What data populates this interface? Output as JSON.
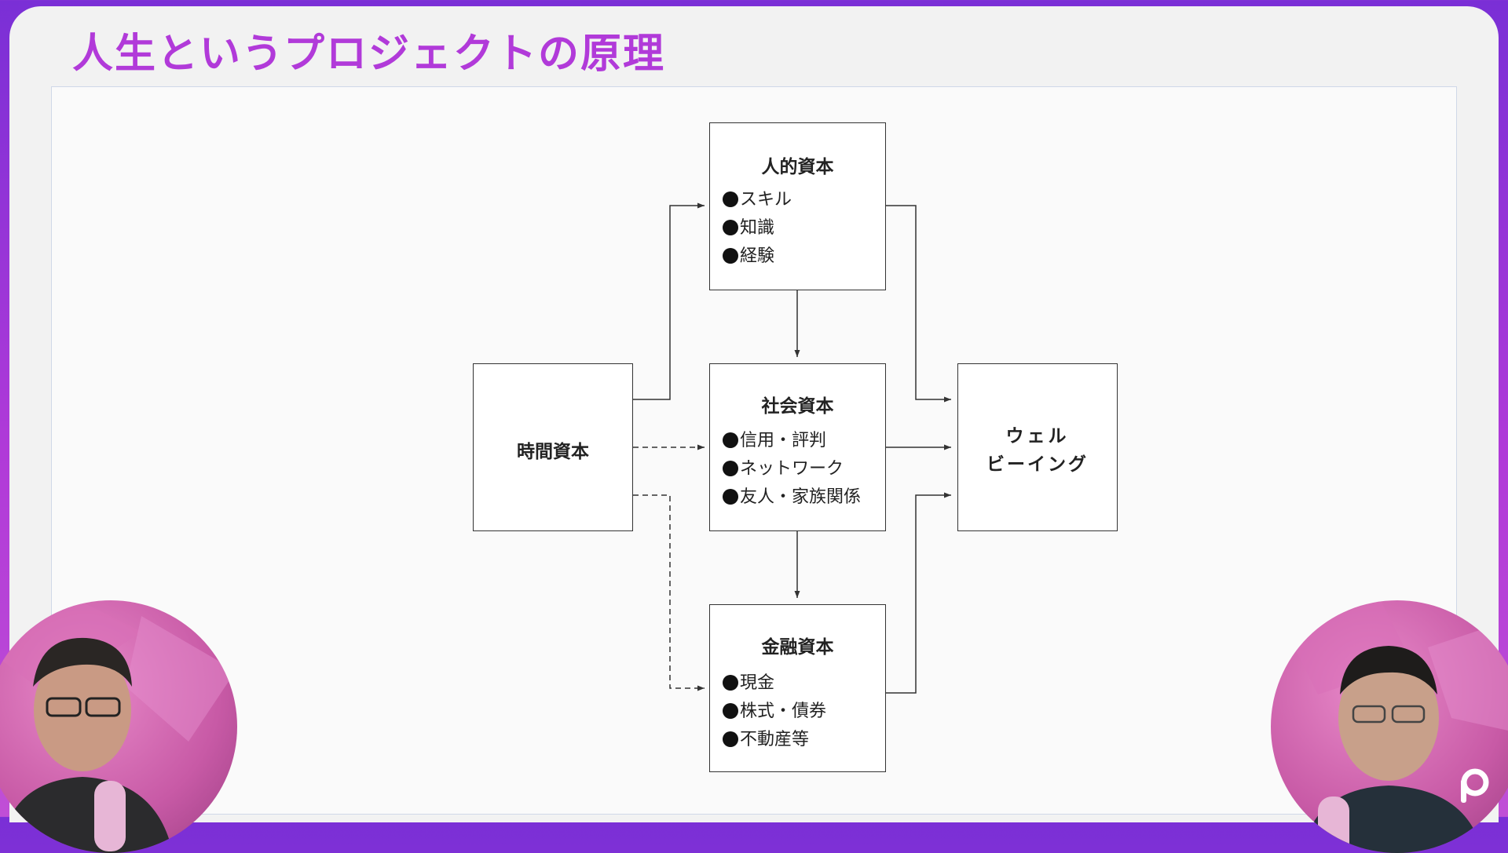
{
  "slide": {
    "title": "人生というプロジェクトの原理"
  },
  "diagram": {
    "human_capital": {
      "title": "人的資本",
      "items": [
        "スキル",
        "知識",
        "経験"
      ]
    },
    "social_capital": {
      "title": "社会資本",
      "items": [
        "信用・評判",
        "ネットワーク",
        "友人・家族関係"
      ]
    },
    "financial_capital": {
      "title": "金融資本",
      "items": [
        "現金",
        "株式・債券",
        "不動産等"
      ]
    },
    "time_capital": {
      "title": "時間資本"
    },
    "wellbeing": {
      "line1": "ウェル",
      "line2": "ビーイング"
    }
  },
  "colors": {
    "frame_gradient_top": "#7a2fd6",
    "frame_gradient_bottom": "#c04fd6",
    "title": "#b13ad9",
    "box_border": "#333333"
  },
  "icons": {
    "logo": "p-logo-icon"
  }
}
